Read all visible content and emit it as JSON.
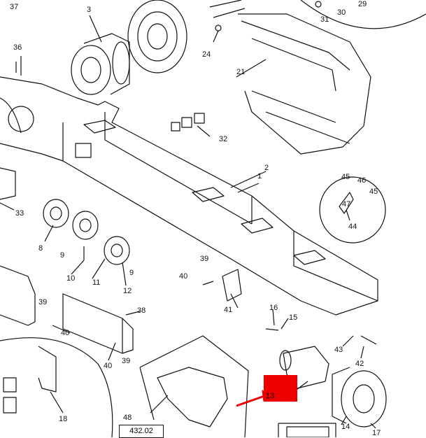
{
  "diagram": {
    "reference_box": "432.02",
    "highlight_label": "13",
    "accent_color": "#ee0000",
    "callouts": [
      "37",
      "3",
      "29",
      "30",
      "31",
      "24",
      "36",
      "21",
      "32",
      "2",
      "1",
      "45",
      "46",
      "47",
      "45",
      "44",
      "33",
      "8",
      "9",
      "10",
      "11",
      "9",
      "12",
      "39",
      "40",
      "41",
      "38",
      "39",
      "40",
      "40",
      "39",
      "16",
      "15",
      "43",
      "42",
      "48",
      "18",
      "14",
      "17"
    ]
  }
}
